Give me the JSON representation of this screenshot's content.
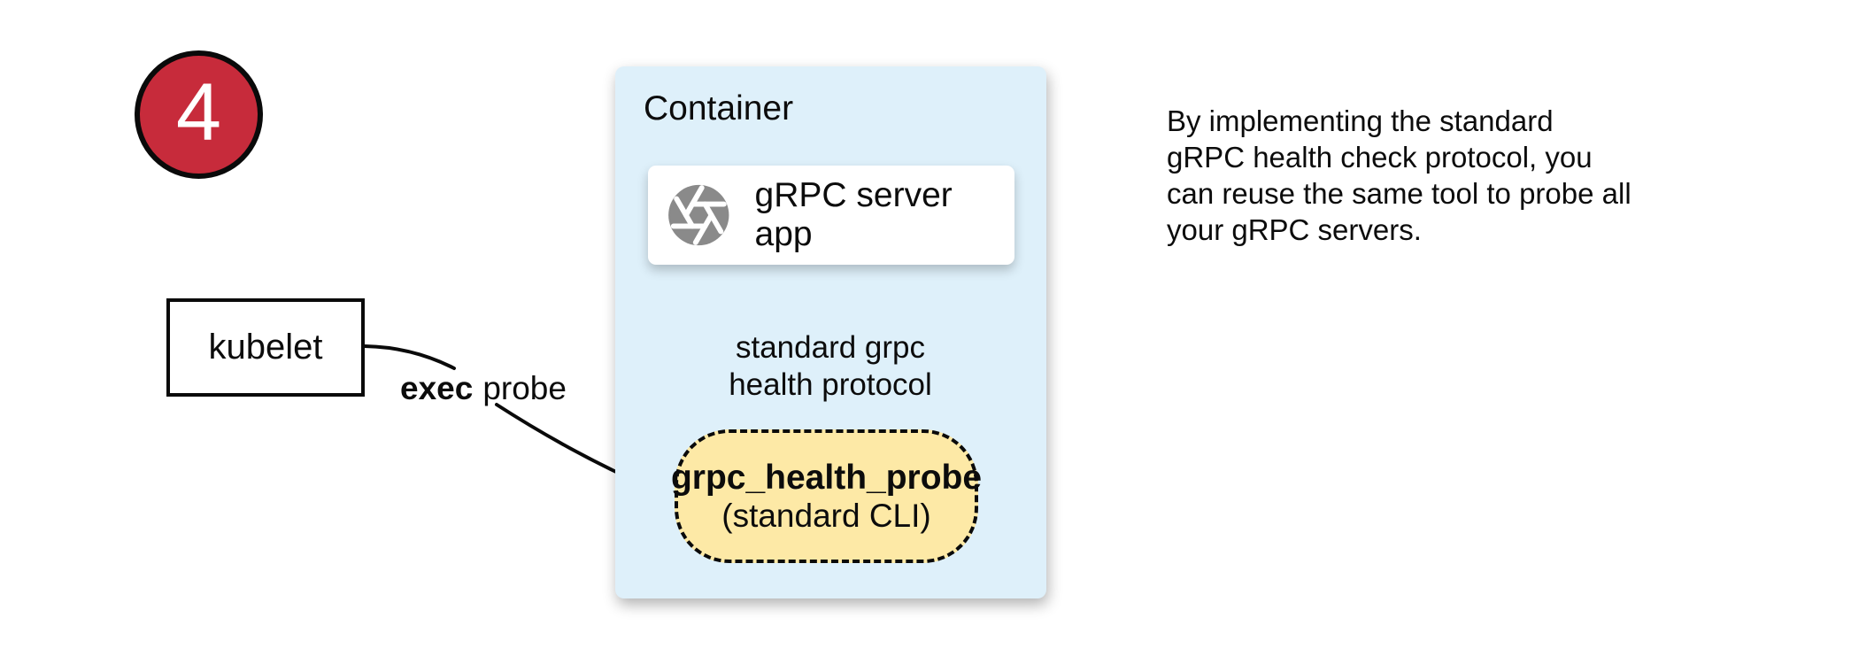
{
  "step_badge": {
    "number": "4"
  },
  "colors": {
    "badge_red": "#C72B3B",
    "container_blue": "#DEF0FA",
    "probe_yellow": "#FDE9A6",
    "icon_gray": "#8A8A8A"
  },
  "kubelet": {
    "label": "kubelet"
  },
  "exec_label": {
    "bold": "exec",
    "regular": "probe"
  },
  "container": {
    "title": "Container",
    "server_app": {
      "label": "gRPC server app",
      "icon": "aperture-icon"
    },
    "protocol_label": {
      "line1": "standard grpc",
      "line2": "health protocol"
    },
    "probe": {
      "title": "grpc_health_probe",
      "subtitle": "(standard CLI)"
    }
  },
  "note": {
    "lines": [
      "By implementing the standard",
      "gRPC health check protocol, you",
      "can reuse the same tool to probe all",
      "your gRPC servers."
    ]
  }
}
